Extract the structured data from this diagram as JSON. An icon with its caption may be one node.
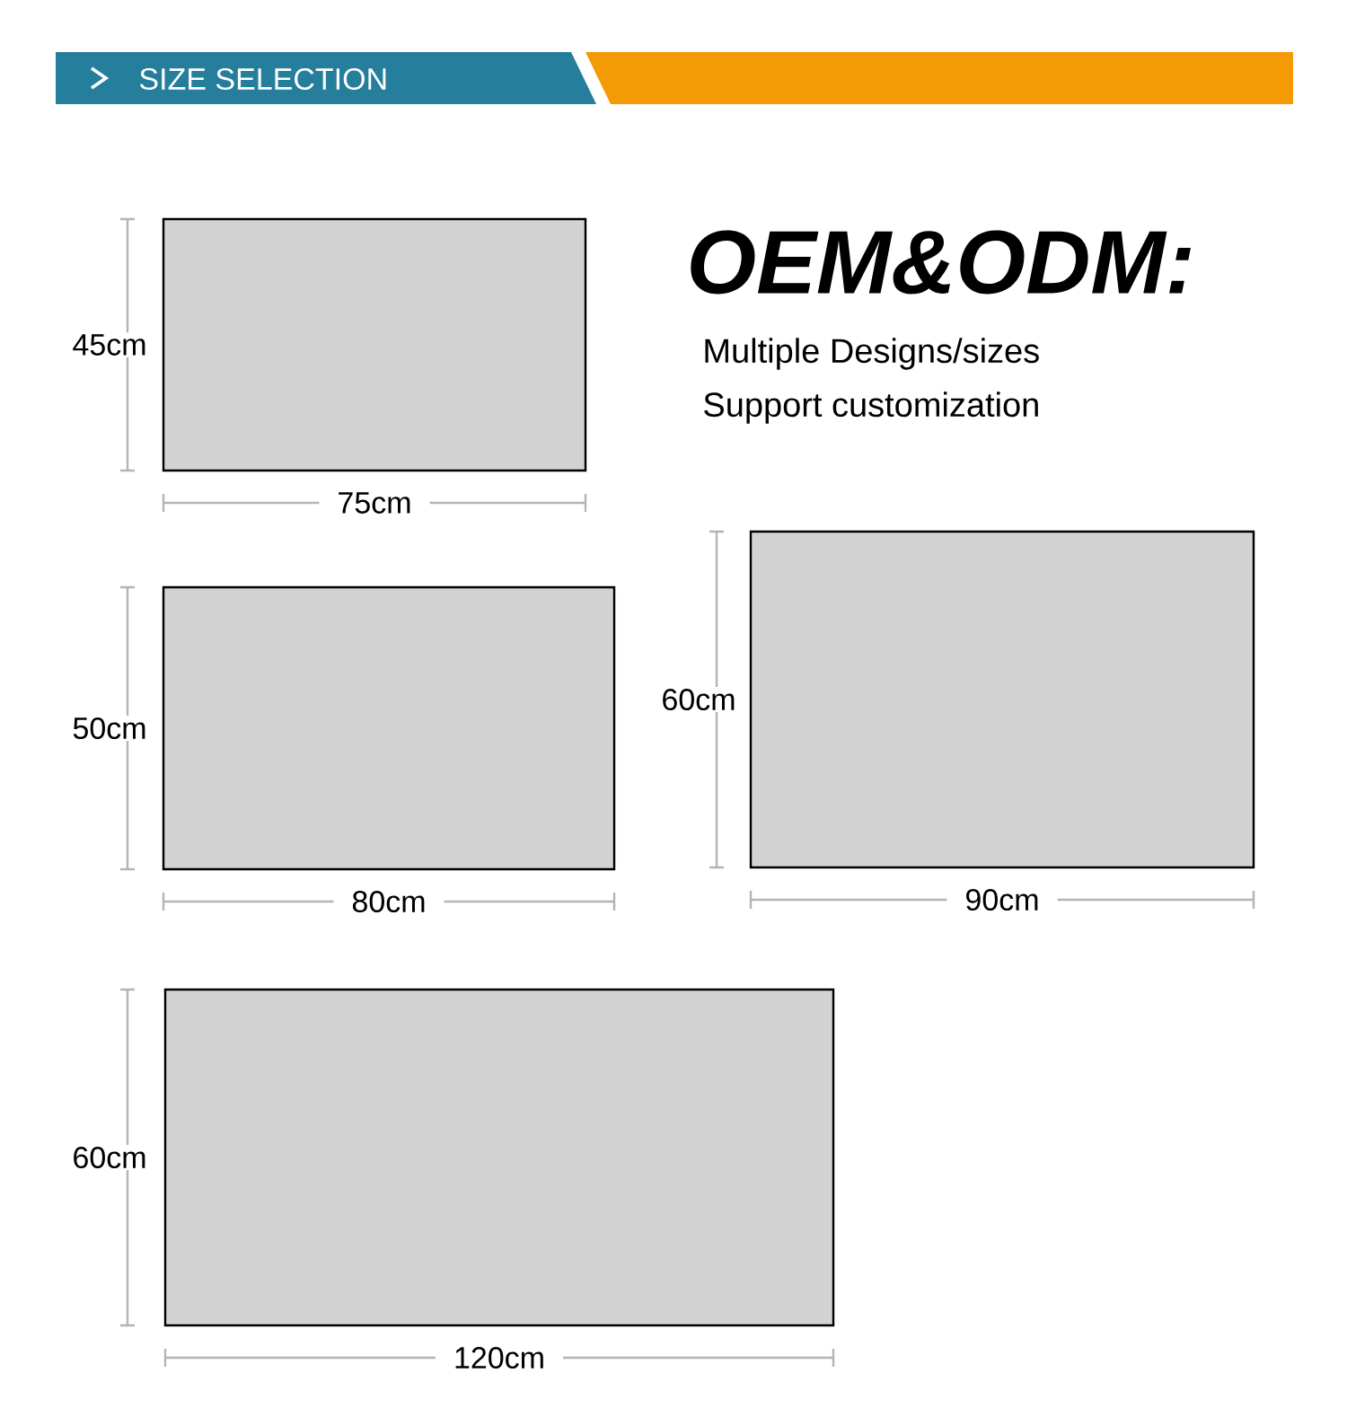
{
  "diagram": {
    "title": "SIZE SELECTION",
    "nodes": [
      {
        "text": [],
        "shape": "box"
      },
      {
        "text": [],
        "shape": "box"
      },
      {
        "text": [],
        "shape": "box"
      },
      {
        "text": [],
        "shape": "box"
      }
    ],
    "labels": [
      "OEM&ODM:",
      "Multiple Designs/sizes",
      "Support customization",
      "45cm",
      "75cm",
      "50cm",
      "80cm",
      "60cm",
      "90cm",
      "60cm",
      "120cm"
    ]
  }
}
